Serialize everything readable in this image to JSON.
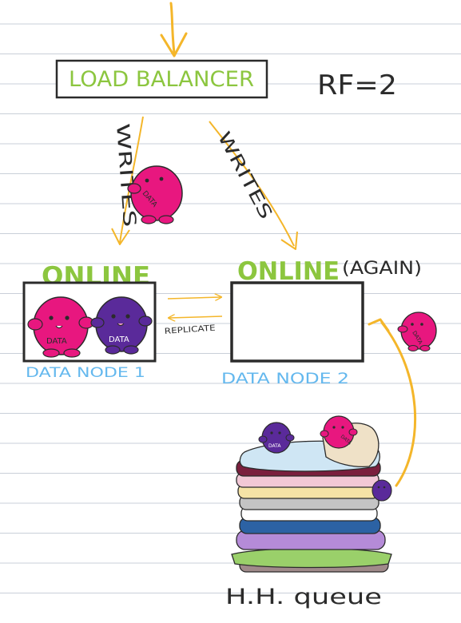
{
  "colors": {
    "paper": "#ffffff",
    "rule": "#c9cfd8",
    "arrow": "#f4b62a",
    "green": "#8cc63f",
    "blue": "#64b8ee",
    "ink": "#2b2b2b",
    "blob_pink": "#e8177f",
    "blob_purple": "#5a2a9a"
  },
  "diagram": {
    "load_balancer": "LOAD BALANCER",
    "rf_label": "RF=2",
    "writes_left": "WRITES",
    "writes_right": "WRITES",
    "node1_status": "ONLINE",
    "node2_status": "ONLINE",
    "node2_again": "(AGAIN)",
    "replicate": "REPLICATE",
    "node1_label": "DATA NODE 1",
    "node2_label": "DATA NODE 2",
    "queue_label": "H.H. queue",
    "blob_text": "DATA"
  }
}
